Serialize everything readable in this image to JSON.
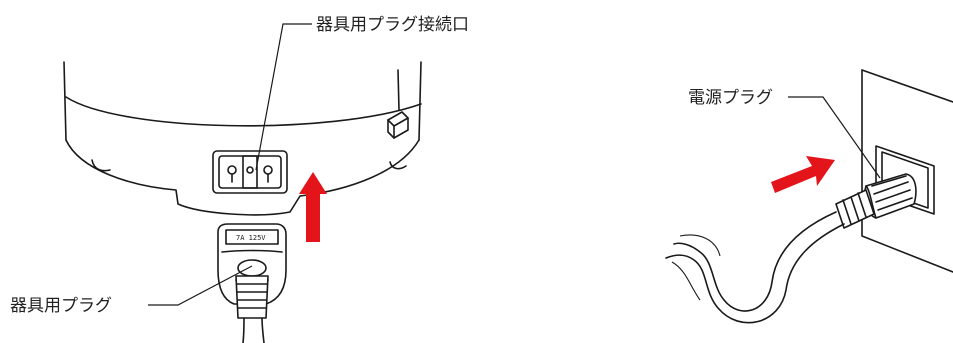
{
  "labels": {
    "appliance_socket": "器具用プラグ接続口",
    "appliance_plug": "器具用プラグ",
    "power_plug": "電源プラグ"
  },
  "plug_marking": "7A 125V",
  "colors": {
    "arrow": "#e3151a",
    "line": "#1a1a1a",
    "background": "#ffffff"
  },
  "icons": {
    "insert_arrow_up": "arrow-up-icon",
    "insert_arrow_right": "arrow-right-icon"
  }
}
